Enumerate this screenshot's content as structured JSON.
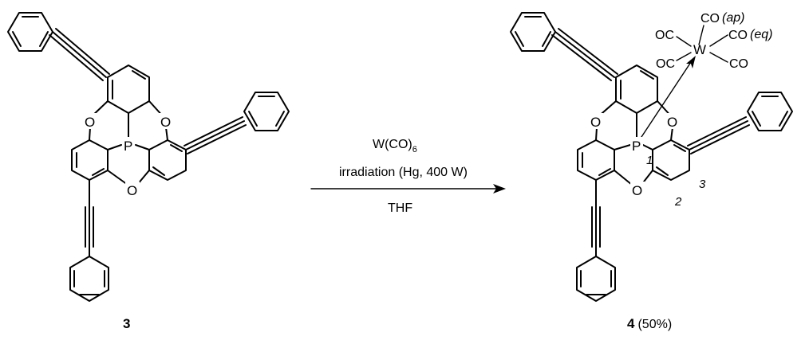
{
  "reagent": {
    "main": "W(CO)",
    "subscript": "6"
  },
  "condition_line": "irradiation (Hg, 400 W)",
  "solvent": "THF",
  "reactant": {
    "label": "3"
  },
  "product": {
    "label": "4",
    "yield": "(50%)"
  },
  "atoms": {
    "O": "O",
    "P": "P",
    "W": "W"
  },
  "carbonyls": {
    "ap": "CO",
    "ap_tag": "(ap)",
    "eq": "CO",
    "eq_tag": "(eq)",
    "left_top": "OC",
    "left_bottom": "OC",
    "right_bottom": "CO"
  },
  "position_numbers": [
    "1",
    "2",
    "3"
  ]
}
